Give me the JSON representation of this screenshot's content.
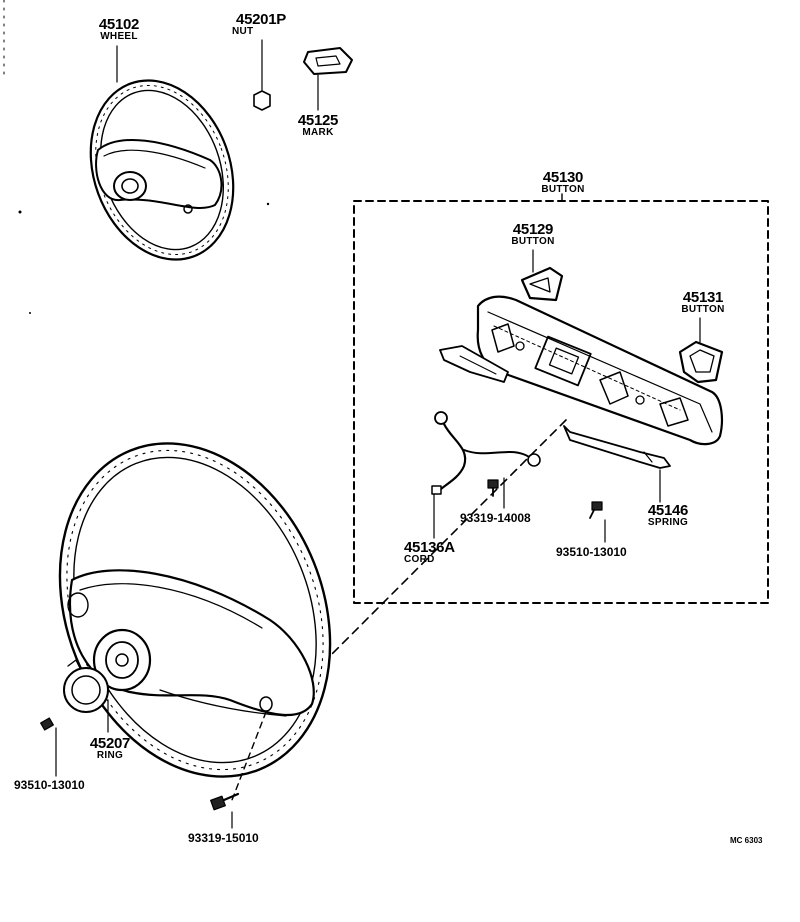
{
  "parts": {
    "wheel_45102": {
      "number": "45102",
      "name": "WHEEL"
    },
    "nut_45201p": {
      "number": "45201P",
      "name": "NUT"
    },
    "mark_45125": {
      "number": "45125",
      "name": "MARK"
    },
    "button_assy_45130": {
      "number": "45130",
      "name": "BUTTON"
    },
    "button_45129": {
      "number": "45129",
      "name": "BUTTON"
    },
    "button_45131": {
      "number": "45131",
      "name": "BUTTON"
    },
    "spring_45146": {
      "number": "45146",
      "name": "SPRING"
    },
    "cord_45136a": {
      "number": "45136A",
      "name": "CORD"
    },
    "ring_45207": {
      "number": "45207",
      "name": "RING"
    },
    "screw_93319_14008": {
      "number": "93319-14008"
    },
    "screw_93510_13010_a": {
      "number": "93510-13010"
    },
    "screw_93510_13010_b": {
      "number": "93510-13010"
    },
    "bolt_93319_15010": {
      "number": "93319-15010"
    }
  },
  "footer": {
    "code": "MC 6303"
  }
}
